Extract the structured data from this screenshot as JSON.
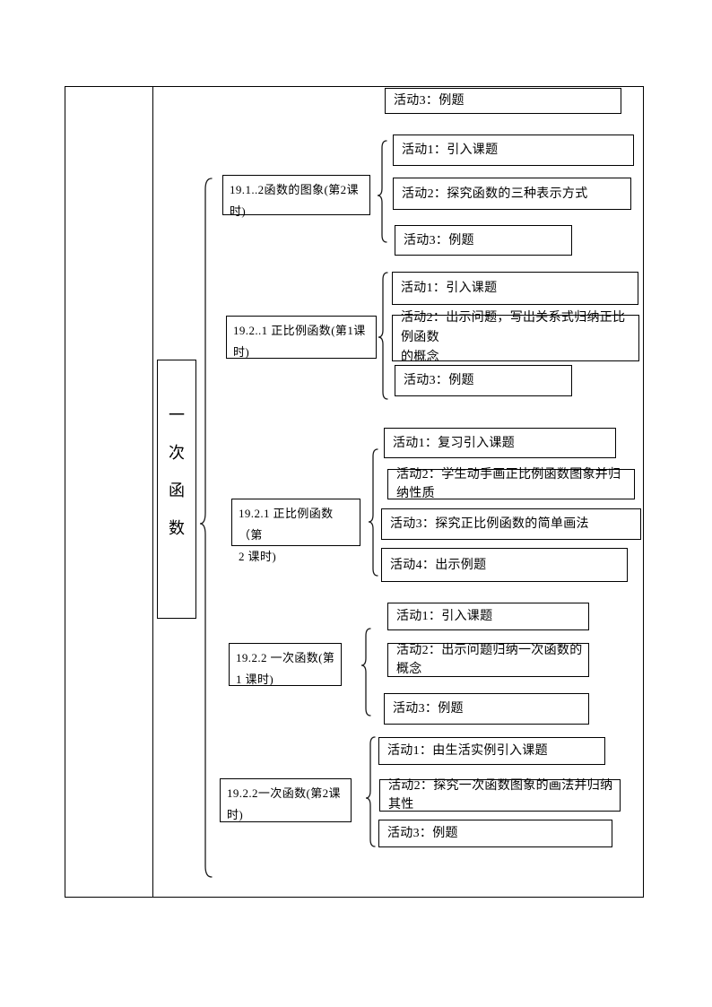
{
  "unit": {
    "title_chars": [
      "一",
      "次",
      "函",
      "数"
    ]
  },
  "orphan_activity": {
    "label": "活动3：例题"
  },
  "sections": [
    {
      "title_lines": [
        "19.1..2函数的图象(第2课时)"
      ],
      "activities": [
        "活动1：引入课题",
        "活动2：探究函数的三种表示方式",
        "活动3：例题"
      ]
    },
    {
      "title_lines": [
        "19.2..1 正比例函数(第1课时)"
      ],
      "activities": [
        "活动1：引入课题",
        "活动2：出示问题，写出关系式归纳正比例函数\n的概念",
        "活动3：例题"
      ]
    },
    {
      "title_lines": [
        "19.2.1 正比例函数（第",
        "2 课时)"
      ],
      "activities": [
        "活动1：复习引入课题",
        "活动2：学生动手画正比例函数图象并归纳性质",
        "活动3：探究正比例函数的简单画法",
        "活动4：出示例题"
      ]
    },
    {
      "title_lines": [
        "19.2.2 一次函数(第",
        "1 课时)"
      ],
      "activities": [
        "活动1：引入课题",
        "活动2：出示问题归纳一次函数的概念",
        "活动3：例题"
      ]
    },
    {
      "title_lines": [
        "19.2.2一次函数(第2课时)"
      ],
      "activities": [
        "活动1：由生活实例引入课题",
        "活动2：探究一次函数图象的画法并归纳其性",
        "活动3：例题"
      ]
    }
  ]
}
